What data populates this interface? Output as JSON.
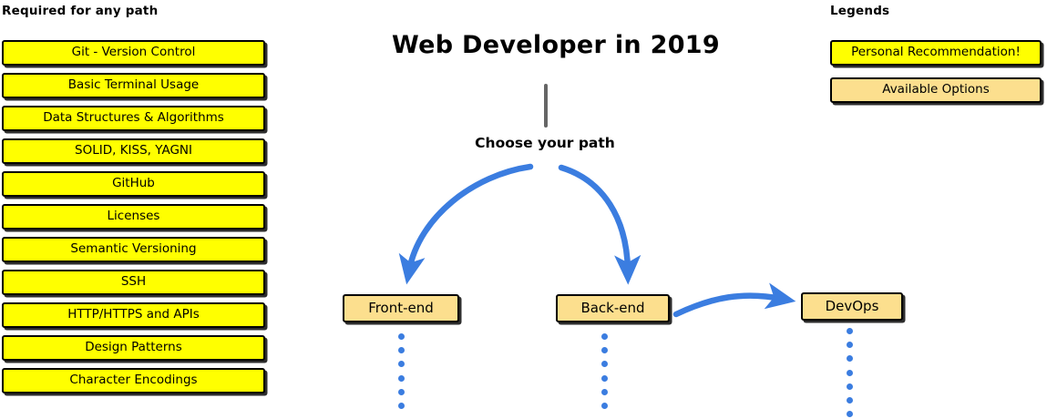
{
  "page": {
    "title": "Web Developer in 2019",
    "background_color": "#ffffff"
  },
  "colors": {
    "recommended_fill": "#ffff00",
    "option_fill": "#fcdf8e",
    "box_border": "#000000",
    "arrow_blue": "#3b7de0",
    "stem_gray": "#666666",
    "text": "#000000"
  },
  "required_section": {
    "heading": "Required for any path",
    "items": [
      {
        "label": "Git - Version Control",
        "style": "recommended"
      },
      {
        "label": "Basic Terminal Usage",
        "style": "recommended"
      },
      {
        "label": "Data Structures & Algorithms",
        "style": "recommended"
      },
      {
        "label": "SOLID, KISS, YAGNI",
        "style": "recommended"
      },
      {
        "label": "GitHub",
        "style": "recommended"
      },
      {
        "label": "Licenses",
        "style": "recommended"
      },
      {
        "label": "Semantic Versioning",
        "style": "recommended"
      },
      {
        "label": "SSH",
        "style": "recommended"
      },
      {
        "label": "HTTP/HTTPS and APIs",
        "style": "recommended"
      },
      {
        "label": "Design Patterns",
        "style": "recommended"
      },
      {
        "label": "Character Encodings",
        "style": "recommended"
      }
    ]
  },
  "legends_section": {
    "heading": "Legends",
    "items": [
      {
        "label": "Personal Recommendation!",
        "style": "recommended"
      },
      {
        "label": "Available Options",
        "style": "option"
      }
    ]
  },
  "flow": {
    "root_label": "Web Developer in 2019",
    "decision_label": "Choose your path",
    "branches": [
      {
        "id": "frontend",
        "label": "Front-end",
        "style": "option",
        "dots": 6
      },
      {
        "id": "backend",
        "label": "Back-end",
        "style": "option",
        "dots": 6
      },
      {
        "id": "devops",
        "label": "DevOps",
        "style": "option",
        "dots": 7
      }
    ],
    "connections": [
      {
        "from": "decision",
        "to": "frontend",
        "kind": "curved-arrow"
      },
      {
        "from": "decision",
        "to": "backend",
        "kind": "curved-arrow"
      },
      {
        "from": "backend",
        "to": "devops",
        "kind": "curved-arrow"
      }
    ]
  }
}
